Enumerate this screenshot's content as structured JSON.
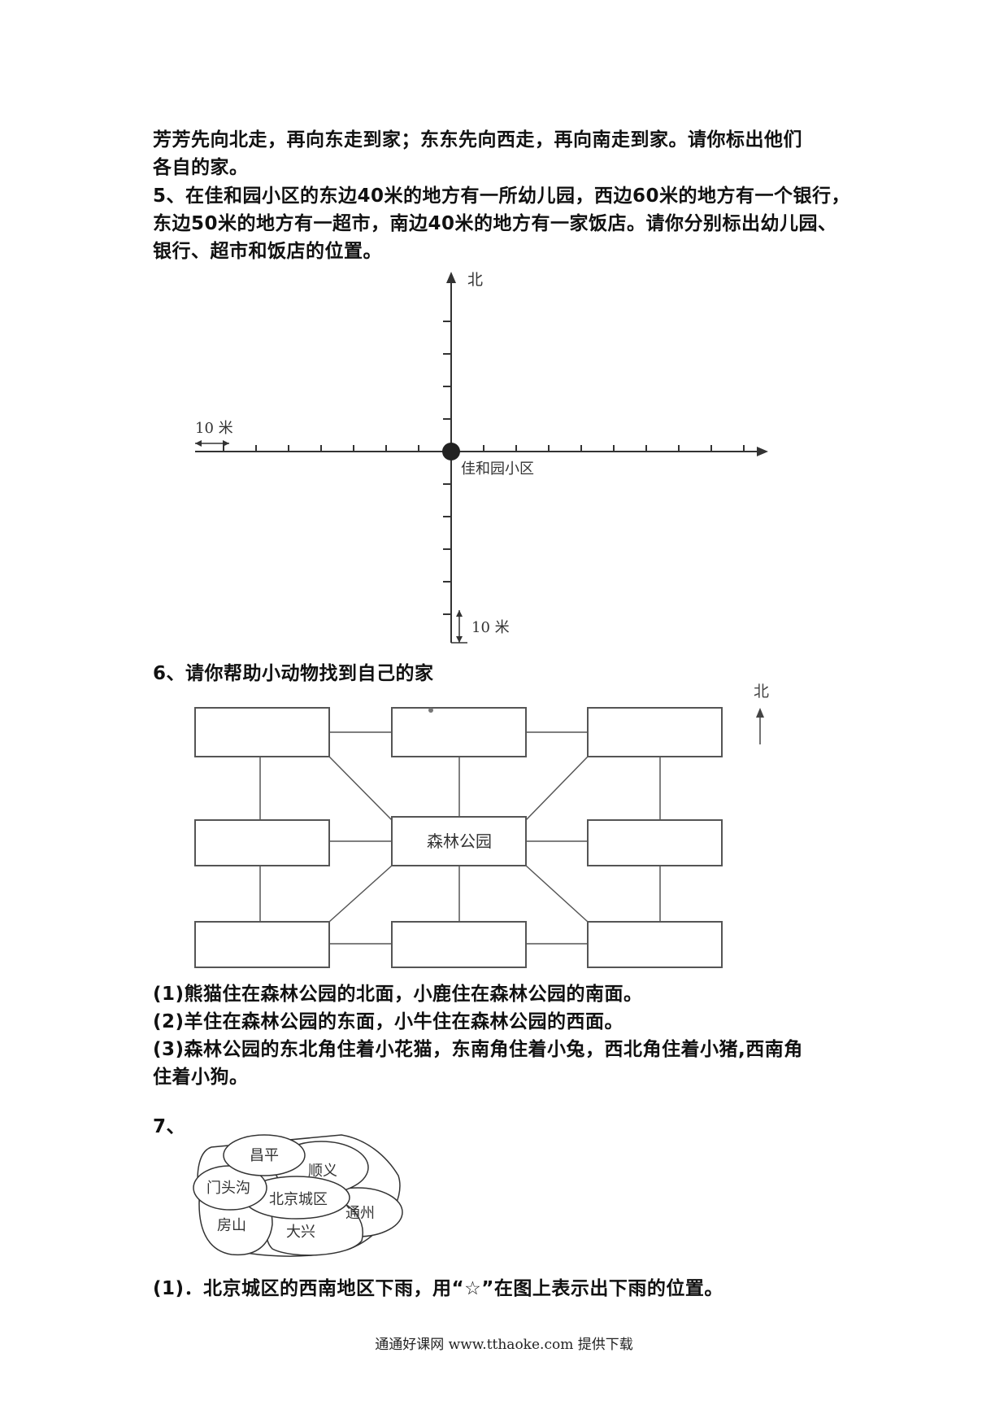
{
  "q4_tail": {
    "line1": "芳芳先向北走，再向东走到家；东东先向西走，再向南走到家。请你标出他们",
    "line2": "各自的家。"
  },
  "q5": {
    "line1": "5、在佳和园小区的东边40米的地方有一所幼儿园，西边60米的地方有一个银行，",
    "line2": "东边50米的地方有一超市，南边40米的地方有一家饭店。请你分别标出幼儿园、",
    "line3": "银行、超市和饭店的位置。",
    "diagram": {
      "north_label": "北",
      "scale_x_label": "10 米",
      "scale_y_label": "10 米",
      "origin_label": "佳和园小区"
    }
  },
  "q6": {
    "title": "6、请你帮助小动物找到自己的家",
    "diagram": {
      "north_label": "北",
      "center_label": "森林公园"
    },
    "items": [
      "(1)熊猫住在森林公园的北面，小鹿住在森林公园的南面。",
      "(2)羊住在森林公园的东面，小牛住在森林公园的西面。",
      "(3)森林公园的东北角住着小花猫，东南角住着小兔，西北角住着小猪,西南角",
      "住着小狗。"
    ]
  },
  "q7": {
    "title": "7、",
    "map": {
      "regions": [
        "昌平",
        "顺义",
        "门头沟",
        "北京城区",
        "通州",
        "房山",
        "大兴"
      ]
    },
    "item1": "(1)．北京城区的西南地区下雨，用“☆”在图上表示出下雨的位置。"
  },
  "footer": "通通好课网  www.tthaoke.com  提供下载"
}
